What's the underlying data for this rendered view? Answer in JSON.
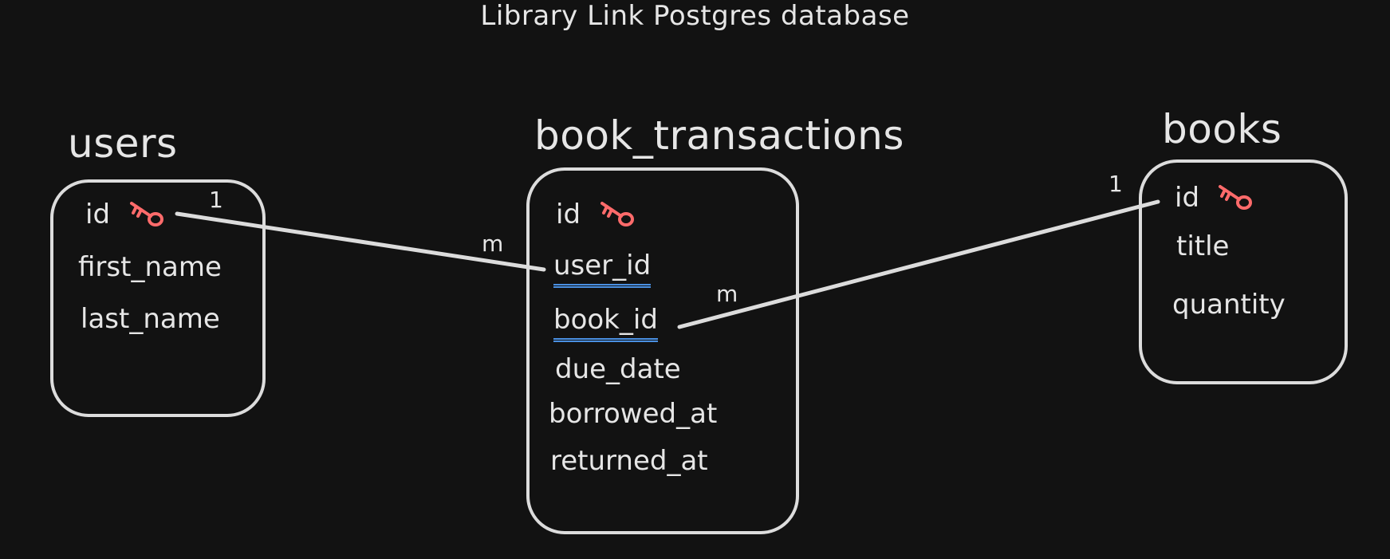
{
  "diagram": {
    "title": "Library Link Postgres database"
  },
  "tables": {
    "users": {
      "name": "users",
      "fields": [
        "id",
        "first_name",
        "last_name"
      ]
    },
    "book_transactions": {
      "name": "book_transactions",
      "fields": [
        "id",
        "user_id",
        "book_id",
        "due_date",
        "borrowed_at",
        "returned_at"
      ]
    },
    "books": {
      "name": "books",
      "fields": [
        "id",
        "title",
        "quantity"
      ]
    }
  },
  "relationships": [
    {
      "from": "users.id",
      "to": "book_transactions.user_id",
      "from_cardinality": "1",
      "to_cardinality": "m"
    },
    {
      "from": "books.id",
      "to": "book_transactions.book_id",
      "from_cardinality": "1",
      "to_cardinality": "m"
    }
  ],
  "colors": {
    "background": "#121212",
    "line": "#dcdcdc",
    "primary_key_icon": "#ff6b6b",
    "foreign_key_underline": "#4a90e2"
  },
  "icons": {
    "primary_key": "key-icon"
  }
}
